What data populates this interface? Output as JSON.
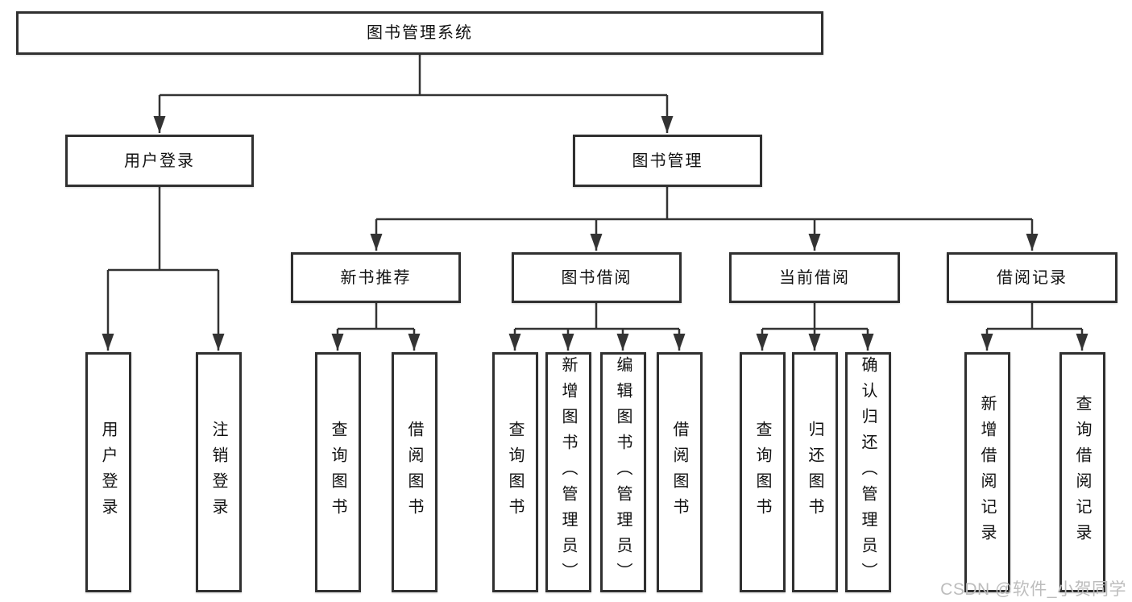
{
  "title": "图书管理系统",
  "level2": {
    "user_login": "用户登录",
    "book_mgmt": "图书管理"
  },
  "level3": {
    "new_books": "新书推荐",
    "book_borrow": "图书借阅",
    "current_borrow": "当前借阅",
    "borrow_records": "借阅记录"
  },
  "leaves": {
    "user_login": [
      "用户登录",
      "注销登录"
    ],
    "new_books": [
      "查询图书",
      "借阅图书"
    ],
    "book_borrow": [
      "查询图书",
      "新增图书（管理员）",
      "编辑图书（管理员）",
      "借阅图书"
    ],
    "current_borrow": [
      "查询图书",
      "归还图书",
      "确认归还（管理员）"
    ],
    "borrow_records": [
      "新增借阅记录",
      "查询借阅记录"
    ]
  },
  "watermark": "CSDN @软件_小贺同学",
  "colors": {
    "line": "#333333",
    "box_border": "#303030",
    "box_fill": "#ffffff",
    "text": "#111111",
    "watermark": "#bdbdbd"
  }
}
